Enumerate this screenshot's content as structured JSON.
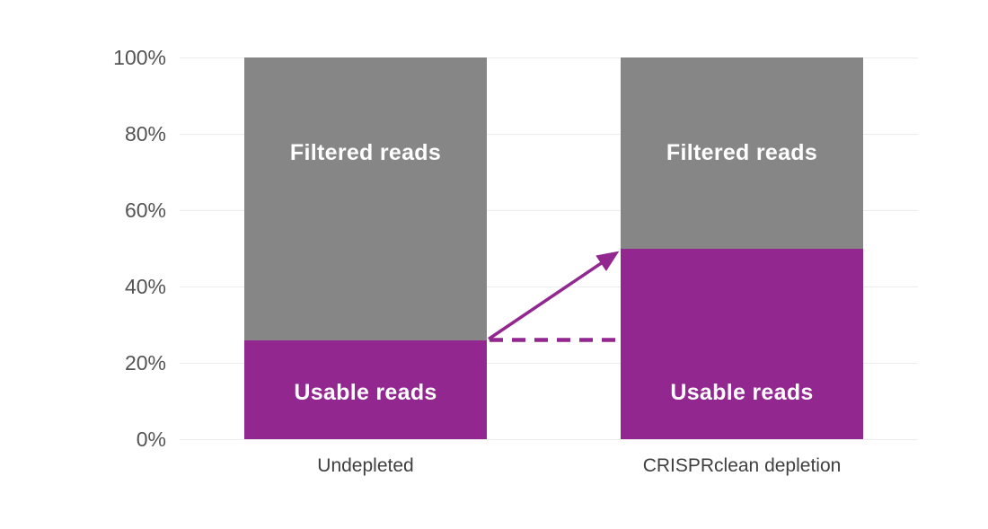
{
  "chart_data": {
    "type": "bar",
    "stacked": true,
    "title": "",
    "categories": [
      "Undepleted",
      "CRISPRclean depletion"
    ],
    "series": [
      {
        "name": "Usable reads",
        "values": [
          26,
          50
        ],
        "color": "#92278F"
      },
      {
        "name": "Filtered reads",
        "values": [
          74,
          50
        ],
        "color": "#868686"
      }
    ],
    "xlabel": "",
    "ylabel": "",
    "ylim": [
      0,
      100
    ],
    "y_ticks": [
      "100%",
      "80%",
      "60%",
      "40%",
      "20%",
      "0%"
    ],
    "grid": true,
    "legend_position": "none",
    "annotations": [
      {
        "type": "arrow",
        "style": "solid",
        "color": "#92278F",
        "description": "arrow from top of Undepleted usable segment (26%) up to top of CRISPRclean usable segment (50%)"
      },
      {
        "type": "line",
        "style": "dashed",
        "color": "#92278F",
        "description": "horizontal dashed reference line at 26% spanning the gap between the two bars"
      }
    ]
  },
  "colors": {
    "usable": "#92278F",
    "filtered": "#868686",
    "gridline": "#ececec",
    "tick_text": "#545454",
    "category_text": "#3f3f3f",
    "bar_label_text": "#ffffff",
    "background": "#ffffff"
  }
}
